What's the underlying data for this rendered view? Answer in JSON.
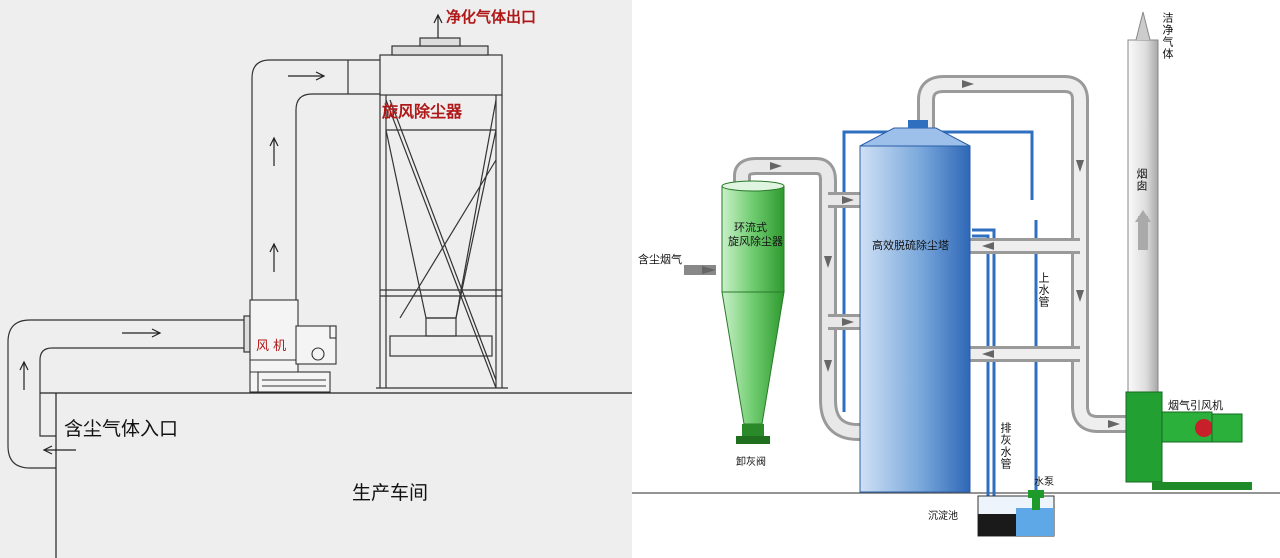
{
  "left": {
    "outlet_label": "净化气体出口",
    "cyclone_label": "旋风除尘器",
    "fan_label": "风 机",
    "inlet_label": "含尘气体入口",
    "workshop_label": "生产车间"
  },
  "right": {
    "inlet_label": "含尘烟气",
    "cyclone_label_line1": "环流式",
    "cyclone_label_line2": "旋风除尘器",
    "tower_label": "高效脱硫除尘塔",
    "valve_label": "卸灰阀",
    "clean_gas_label": "洁净气体",
    "chimney_label": "烟囱",
    "water_pipe_label": "上水管",
    "drain_pipe_label": "排灰水管",
    "pump_label": "水泵",
    "pond_label": "沉淀池",
    "fan_label": "烟气引风机"
  },
  "colors": {
    "left_background": "#eeeeee",
    "label_red": "#b01818",
    "cyclone_green": "#4cb84c",
    "tower_blue": "#3a78c8",
    "water_blue": "#2f6fc0",
    "pipe_gray": "#c8c8c8",
    "fan_green": "#22a032"
  }
}
